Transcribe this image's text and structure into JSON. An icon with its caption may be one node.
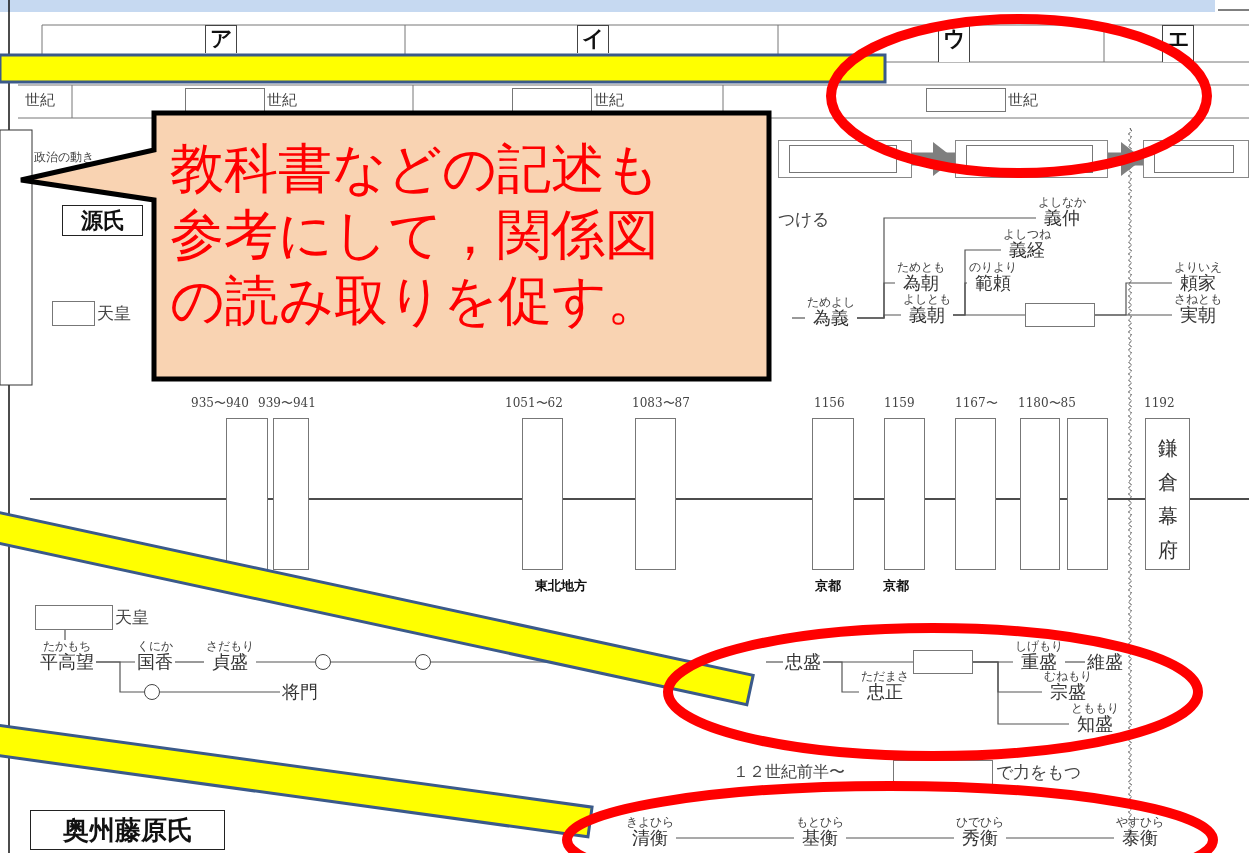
{
  "diagram": {
    "nodes": [
      {
        "text": [
          "教科書などの記述も参考にして，関係図の読み取りを促す。"
        ]
      },
      {
        "text": [
          "ア"
        ]
      },
      {
        "text": [
          "イ"
        ]
      },
      {
        "text": [
          "ウ"
        ]
      },
      {
        "text": [
          "エ"
        ]
      },
      {
        "text": [],
        "shape": "box"
      },
      {
        "text": [],
        "shape": "box"
      },
      {
        "text": [],
        "shape": "box"
      },
      {
        "text": [
          "源氏"
        ]
      },
      {
        "text": [
          "為義"
        ],
        "beside": [
          "ためよし"
        ]
      },
      {
        "text": [
          "義仲"
        ],
        "beside": [
          "よしなか"
        ]
      },
      {
        "text": [
          "義経"
        ],
        "beside": [
          "よしつね"
        ]
      },
      {
        "text": [
          "為朝"
        ],
        "beside": [
          "ためとも"
        ]
      },
      {
        "text": [
          "範頼"
        ],
        "beside": [
          "のりより"
        ]
      },
      {
        "text": [
          "義朝"
        ],
        "beside": [
          "よしとも"
        ]
      },
      {
        "text": [],
        "shape": "box"
      },
      {
        "text": [
          "頼家"
        ],
        "beside": [
          "よりいえ"
        ]
      },
      {
        "text": [
          "実朝"
        ],
        "beside": [
          "さねとも"
        ]
      },
      {
        "text": [
          "鎌倉幕府"
        ]
      },
      {
        "text": [],
        "shape": "box",
        "beside": [
          "天皇"
        ]
      },
      {
        "text": [
          "平高望"
        ],
        "beside": [
          "たかもち"
        ]
      },
      {
        "text": [
          "国香"
        ],
        "beside": [
          "くにか"
        ]
      },
      {
        "text": [
          "貞盛"
        ],
        "beside": [
          "さだもり"
        ]
      },
      {
        "text": [],
        "shape": "circle"
      },
      {
        "text": [],
        "shape": "circle"
      },
      {
        "text": [],
        "shape": "circle"
      },
      {
        "text": [
          "将門"
        ]
      },
      {
        "text": [
          "忠盛"
        ]
      },
      {
        "text": [
          "忠正"
        ],
        "beside": [
          "ただまさ"
        ]
      },
      {
        "text": [],
        "shape": "box"
      },
      {
        "text": [
          "重盛"
        ],
        "beside": [
          "しげもり"
        ]
      },
      {
        "text": [
          "維盛"
        ]
      },
      {
        "text": [
          "宗盛"
        ],
        "beside": [
          "むねもり"
        ]
      },
      {
        "text": [
          "知盛"
        ],
        "beside": [
          "とももり"
        ]
      },
      {
        "text": [
          "奥州藤原氏"
        ]
      },
      {
        "text": [
          "清衡"
        ],
        "beside": [
          "きよひら"
        ]
      },
      {
        "text": [
          "基衡"
        ],
        "beside": [
          "もとひら"
        ]
      },
      {
        "text": [
          "秀衡"
        ],
        "beside": [
          "ひでひら"
        ]
      },
      {
        "text": [
          "泰衡"
        ],
        "beside": [
          "やすひら"
        ]
      },
      {
        "text": [],
        "shape": "box",
        "beside": [
          "世紀"
        ]
      },
      {
        "text": [],
        "shape": "box",
        "beside": [
          "世紀"
        ]
      },
      {
        "text": [],
        "shape": "box",
        "beside": [
          "世紀"
        ]
      },
      {
        "text": [],
        "shape": "box",
        "beside": [
          "天皇"
        ]
      },
      {
        "text": [],
        "shape": "box"
      },
      {
        "text": [],
        "shape": "box"
      },
      {
        "text": [],
        "shape": "box"
      },
      {
        "text": [],
        "shape": "box"
      },
      {
        "text": [],
        "shape": "box"
      },
      {
        "text": [],
        "shape": "box"
      },
      {
        "text": [],
        "shape": "box"
      },
      {
        "text": [],
        "shape": "box"
      },
      {
        "text": [],
        "shape": "box"
      },
      {
        "text": [],
        "shape": "box"
      }
    ],
    "edges": [
      {
        "from": 5,
        "to": 6,
        "arrow": "to",
        "style": "thick",
        "color": "#7f7f7f"
      },
      {
        "from": 6,
        "to": 7,
        "arrow": "to",
        "style": "thick",
        "color": "#7f7f7f"
      },
      {
        "from": null,
        "to": 9,
        "arrow": "none"
      },
      {
        "from": 9,
        "to": 10,
        "arrow": "none"
      },
      {
        "from": 9,
        "to": 12,
        "arrow": "none"
      },
      {
        "from": 9,
        "to": 14,
        "arrow": "none"
      },
      {
        "from": 14,
        "to": 11,
        "arrow": "none"
      },
      {
        "from": 14,
        "to": 13,
        "arrow": "none"
      },
      {
        "from": 14,
        "to": 15,
        "arrow": "none"
      },
      {
        "from": 15,
        "to": 16,
        "arrow": "none"
      },
      {
        "from": 15,
        "to": 17,
        "arrow": "none"
      },
      {
        "from": 19,
        "to": 20,
        "arrow": "none"
      },
      {
        "from": 20,
        "to": 21,
        "arrow": "none"
      },
      {
        "from": 20,
        "to": 25,
        "arrow": "none"
      },
      {
        "from": 21,
        "to": 22,
        "arrow": "none"
      },
      {
        "from": 22,
        "to": 23,
        "arrow": "none"
      },
      {
        "from": 23,
        "to": 24,
        "arrow": "none"
      },
      {
        "from": 24,
        "to": null,
        "arrow": "none"
      },
      {
        "from": 25,
        "to": 26,
        "arrow": "none"
      },
      {
        "from": null,
        "to": 27,
        "arrow": "none"
      },
      {
        "from": 27,
        "to": 29,
        "arrow": "none"
      },
      {
        "from": 27,
        "to": 28,
        "arrow": "none"
      },
      {
        "from": 29,
        "to": 30,
        "arrow": "none"
      },
      {
        "from": 29,
        "to": 32,
        "arrow": "none"
      },
      {
        "from": 29,
        "to": 33,
        "arrow": "none"
      },
      {
        "from": 30,
        "to": 31,
        "arrow": "none"
      },
      {
        "from": 35,
        "to": 36,
        "arrow": "none"
      },
      {
        "from": 36,
        "to": 37,
        "arrow": "none"
      },
      {
        "from": 37,
        "to": 38,
        "arrow": "none"
      }
    ],
    "labels": [
      "世紀",
      "政治の動き",
      "つける",
      "935〜940",
      "939〜941",
      "1051〜62",
      "1083〜87",
      "1156",
      "1159",
      "1167〜",
      "1180〜85",
      "1192",
      "東北地方",
      "京都",
      "京都",
      "１２世紀前半〜",
      "で力をもつ"
    ]
  }
}
